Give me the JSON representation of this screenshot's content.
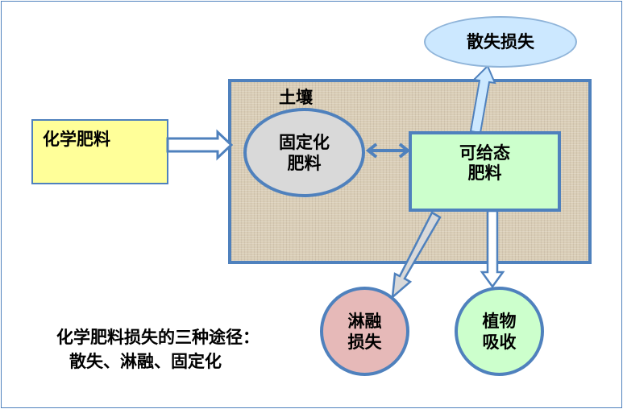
{
  "nodes": {
    "chemical_fertilizer": "化学肥料",
    "soil": "土壤",
    "fixed": [
      "固定化",
      "肥料"
    ],
    "available": [
      "可给态",
      "肥料"
    ],
    "volatilization": "散失损失",
    "leaching": [
      "淋融",
      "损失"
    ],
    "plant": [
      "植物",
      "吸收"
    ]
  },
  "note": {
    "line1": "化学肥料损失的三种途径：",
    "line2": "散失、淋融、固定化"
  },
  "colors": {
    "border": "#4f81bd",
    "yellow": "#ffff99",
    "green": "#ccffcc",
    "gray": "#d9d9d9",
    "pink": "#e6b9b8",
    "lightblue": "#cce8ff"
  }
}
